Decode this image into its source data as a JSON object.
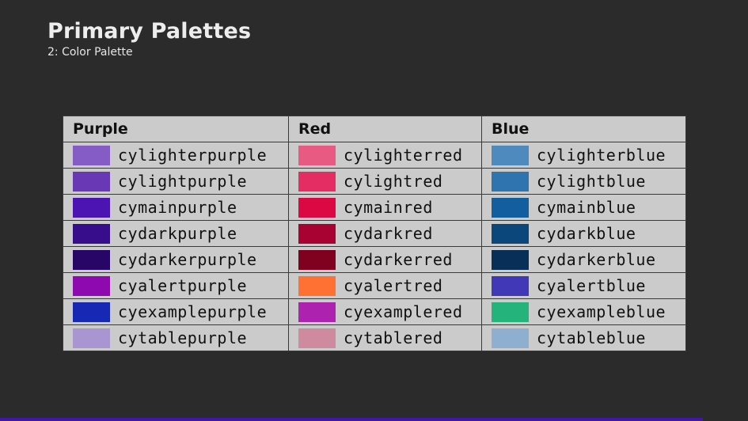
{
  "slide": {
    "title": "Primary Palettes",
    "subtitle": "2: Color Palette"
  },
  "table": {
    "headers": [
      "Purple",
      "Red",
      "Blue"
    ],
    "rows": [
      [
        {
          "name": "cylighterpurple",
          "color": "#855bc5"
        },
        {
          "name": "cylighterred",
          "color": "#e85a82"
        },
        {
          "name": "cylighterblue",
          "color": "#4f8abf"
        }
      ],
      [
        {
          "name": "cylightpurple",
          "color": "#6838b5"
        },
        {
          "name": "cylightred",
          "color": "#e42e63"
        },
        {
          "name": "cylightblue",
          "color": "#2f74af"
        }
      ],
      [
        {
          "name": "cymainpurple",
          "color": "#4c14b2"
        },
        {
          "name": "cymainred",
          "color": "#dc0843"
        },
        {
          "name": "cymainblue",
          "color": "#125e9f"
        }
      ],
      [
        {
          "name": "cydarkpurple",
          "color": "#380d8c"
        },
        {
          "name": "cydarkred",
          "color": "#a80232"
        },
        {
          "name": "cydarkblue",
          "color": "#0c477b"
        }
      ],
      [
        {
          "name": "cydarkerpurple",
          "color": "#280668"
        },
        {
          "name": "cydarkerred",
          "color": "#80001f"
        },
        {
          "name": "cydarkerblue",
          "color": "#072f57"
        }
      ],
      [
        {
          "name": "cyalertpurple",
          "color": "#8e09b0"
        },
        {
          "name": "cyalertred",
          "color": "#ff7033"
        },
        {
          "name": "cyalertblue",
          "color": "#4138b8"
        }
      ],
      [
        {
          "name": "cyexamplepurple",
          "color": "#1628b4"
        },
        {
          "name": "cyexamplered",
          "color": "#ad23b0"
        },
        {
          "name": "cyexampleblue",
          "color": "#23b37b"
        }
      ],
      [
        {
          "name": "cytablepurple",
          "color": "#a995d1"
        },
        {
          "name": "cytablered",
          "color": "#d08a9f"
        },
        {
          "name": "cytableblue",
          "color": "#8eafcf"
        }
      ]
    ]
  },
  "theme": {
    "background": "#2b2b2b",
    "table_background": "#cbcbcb",
    "accent_bar": "#4416a6"
  }
}
